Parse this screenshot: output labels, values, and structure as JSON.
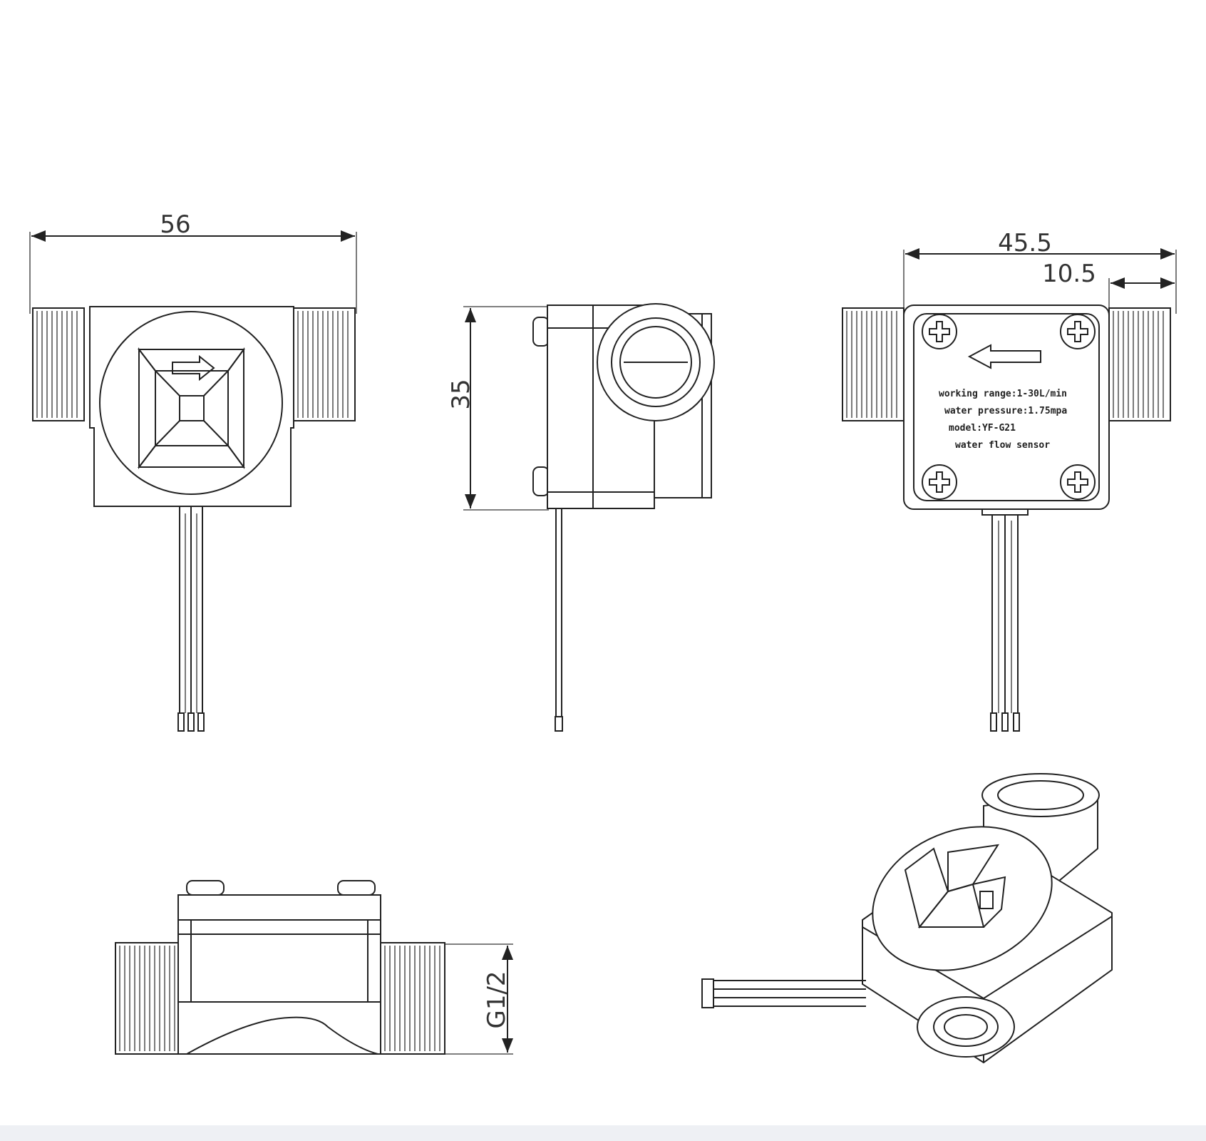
{
  "dimensions": {
    "front_width": "56",
    "side_height": "35",
    "back_width": "45.5",
    "back_offset": "10.5",
    "thread": "G1/2"
  },
  "label_plate": {
    "line1": "working range:1-30L/min",
    "line2": "water pressure:1.75mpa",
    "line3": "model:YF-G21",
    "line4": "water flow sensor"
  },
  "colors": {
    "line": "#222222",
    "background": "#ffffff"
  }
}
